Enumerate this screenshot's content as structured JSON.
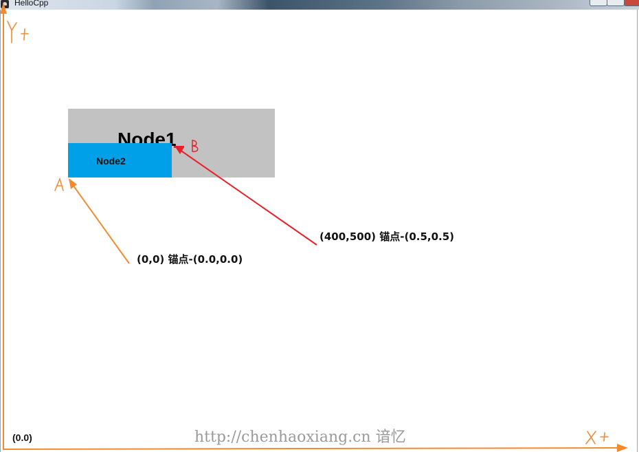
{
  "window": {
    "title": "HelloCpp"
  },
  "nodes": {
    "node1_label": "Node1",
    "node2_label": "Node2",
    "node1_color": "#c2c2c2",
    "node2_color": "#00a0e9"
  },
  "annotations": {
    "node1_caption": "(400,500) 锚点-(0.5,0.5)",
    "node2_caption": "(0,0) 锚点-(0.0,0.0)",
    "origin": "(0.0)",
    "marker_a": "A",
    "marker_b": "B"
  },
  "axes": {
    "x_label": "X+",
    "y_label": "Y+",
    "color": "#f28a30"
  },
  "arrow_colors": {
    "red": "#e8202a",
    "orange": "#f28a30"
  },
  "icons": {
    "app": "app-icon"
  },
  "watermark": "http://chenhaoxiang.cn 谙忆"
}
